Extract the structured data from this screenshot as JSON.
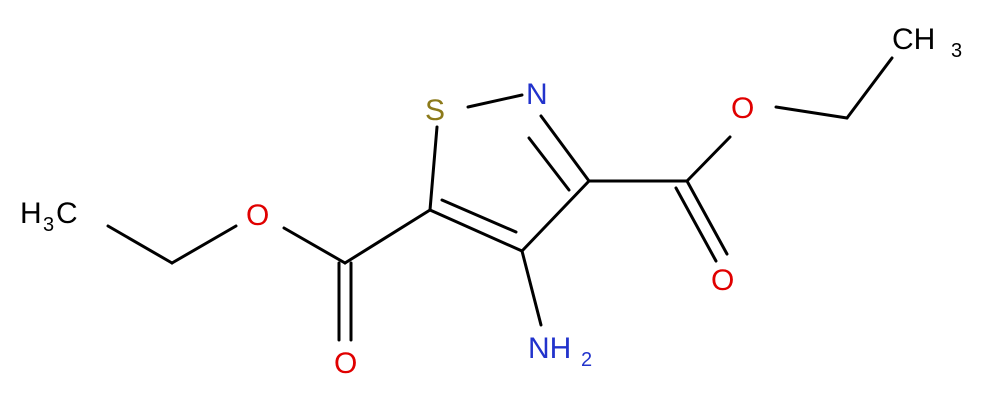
{
  "molecule": {
    "atoms": {
      "sulfur": {
        "symbol": "S",
        "color": "#8c7a1a"
      },
      "ring_nitrogen": {
        "symbol": "N",
        "color": "#2233cc"
      },
      "amino": {
        "symbol": "NH",
        "subscript": "2",
        "color": "#2233cc"
      },
      "ester_left_carbonyl_o": {
        "symbol": "O",
        "color": "#e00000"
      },
      "ester_left_ether_o": {
        "symbol": "O",
        "color": "#e00000"
      },
      "ester_right_carbonyl_o": {
        "symbol": "O",
        "color": "#e00000"
      },
      "ester_right_ether_o": {
        "symbol": "O",
        "color": "#e00000"
      },
      "methyl_left": {
        "symbol": "H",
        "subscript": "3",
        "suffix": "C",
        "color": "#000000"
      },
      "methyl_right": {
        "symbol": "CH",
        "subscript": "3",
        "color": "#000000"
      }
    },
    "bond_color": "#000000"
  }
}
